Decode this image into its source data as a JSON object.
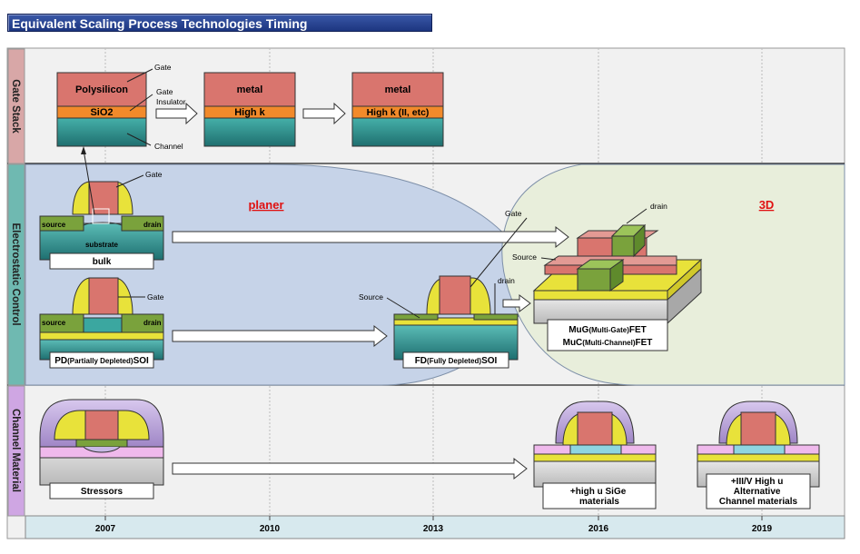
{
  "title": "Equivalent Scaling Process Technologies Timing",
  "rows": {
    "gate_stack": "Gate Stack",
    "electrostatic": "Electrostatic Control",
    "channel": "Channel Material"
  },
  "years": [
    "2007",
    "2010",
    "2013",
    "2016",
    "2019"
  ],
  "gate_stack": {
    "block1": {
      "top": "Polysilicon",
      "middle": "SiO2"
    },
    "block2": {
      "top": "metal",
      "middle": "High k"
    },
    "block3": {
      "top": "metal",
      "middle": "High k (II, etc)"
    },
    "label_gate": "Gate",
    "label_insulator": "Gate\nInsulator",
    "label_channel": "Channel"
  },
  "electrostatic": {
    "region_planer": "planer",
    "region_3d": "3D",
    "bulk": {
      "caption": "bulk",
      "gate": "Gate",
      "source": "source",
      "drain": "drain",
      "substrate": "substrate"
    },
    "pdsoi": {
      "caption_main": "PD",
      "caption_small": "(Partially Depleted)",
      "caption_end": "SOI",
      "gate": "Gate",
      "source": "source",
      "drain": "drain"
    },
    "fdsoi": {
      "caption_main": "FD",
      "caption_small": "(Fully Depleted)",
      "caption_end": "SOI",
      "source": "Source",
      "drain": "drain"
    },
    "mugfet": {
      "line1_main": "MuG",
      "line1_small": "(Multi-Gate)",
      "line1_end": "FET",
      "line2_main": "MuC",
      "line2_small": "(Multi-Channel)",
      "line2_end": "FET",
      "gate": "Gate",
      "source": "Source",
      "drain": "drain"
    }
  },
  "channel": {
    "stressors": "Stressors",
    "sige": "+high u SiGe\nmaterials",
    "alt": "+III/V High u\nAlternative\nChannel materials"
  },
  "colors": {
    "gate": "#d9756e",
    "oxide": "#f28a2a",
    "channel": "#2f9b97",
    "spacer": "#e8e23a",
    "sd": "#7aa23c",
    "planer_bg": "#c3d1e6",
    "threed_bg": "#e8eedb",
    "link": "#e01010",
    "axis": "#d7e9ee",
    "label_row1": "#d8a7a7",
    "label_row2": "#6fb9b1",
    "label_row3": "#cfa6e3",
    "stress": "#8a72b8",
    "pink": "#efb9ec"
  }
}
